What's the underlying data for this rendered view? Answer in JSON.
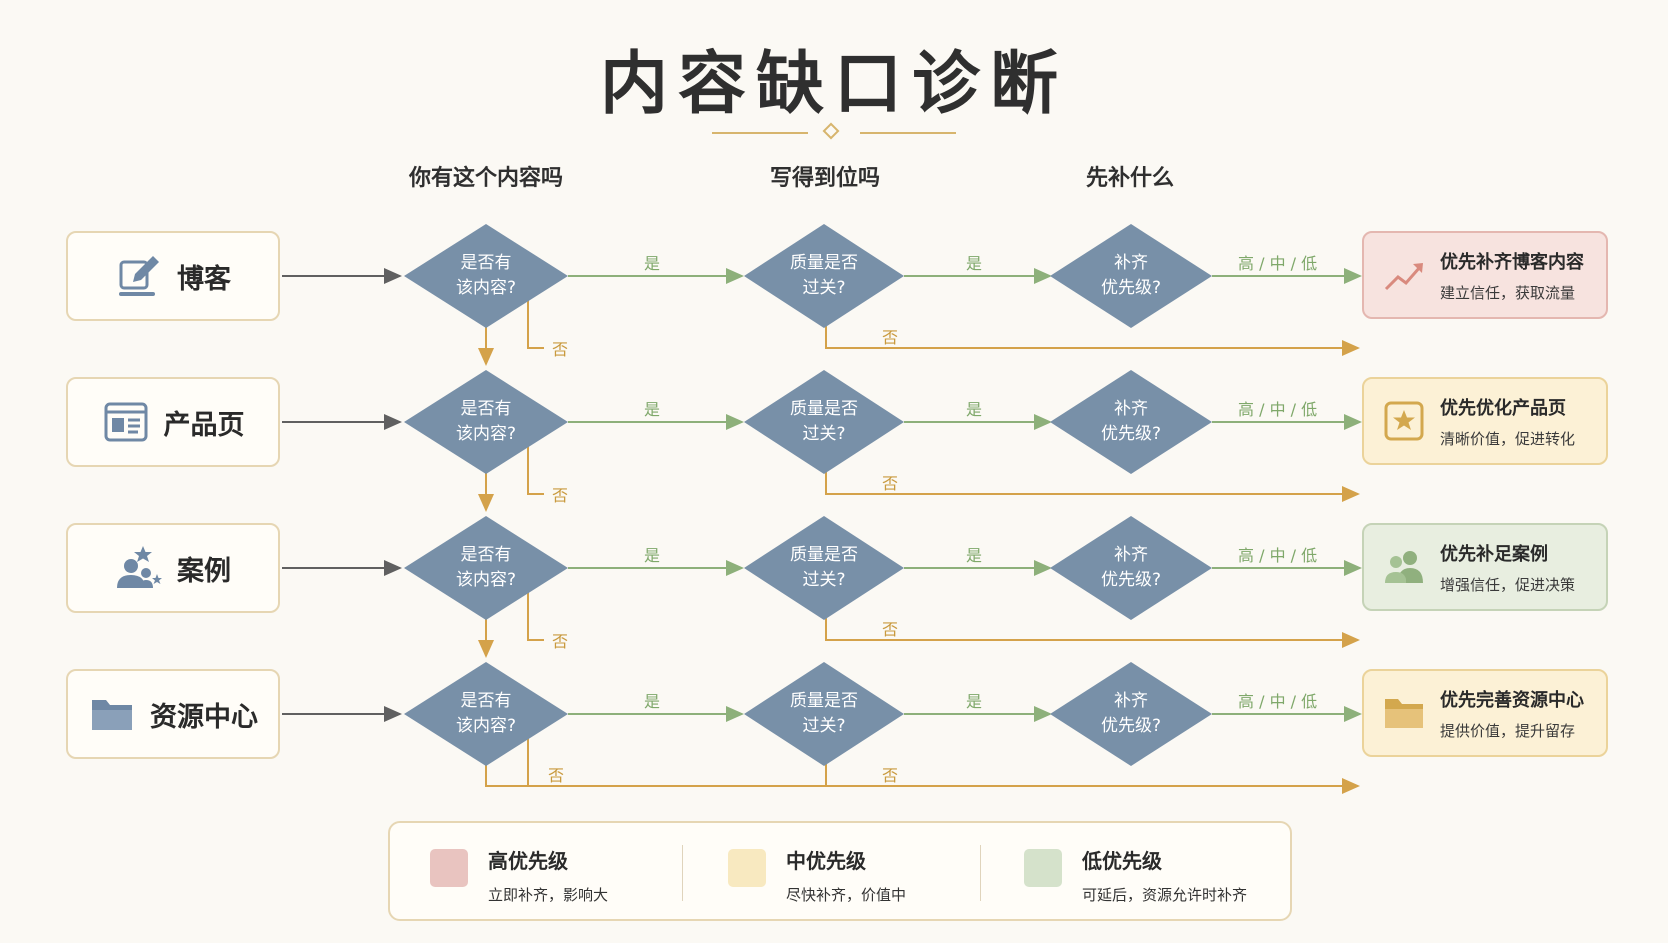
{
  "title": "内容缺口诊断",
  "columns": [
    "你有这个内容吗",
    "写得到位吗",
    "先补什么"
  ],
  "diamonds": {
    "has": [
      "是否有",
      "该内容?"
    ],
    "quality": [
      "质量是否",
      "过关?"
    ],
    "priority": [
      "补齐",
      "优先级?"
    ]
  },
  "edge_labels": {
    "yes": "是",
    "no": "否",
    "priority": "高 / 中 / 低"
  },
  "rows": [
    {
      "source": "博客",
      "source_icon": "edit-icon",
      "outcome_title": "优先补齐博客内容",
      "outcome_sub": "建立信任，获取流量",
      "outcome_icon": "trend-up-icon",
      "outcome_bg": "#f7e3df",
      "outcome_border": "#e4b7b0"
    },
    {
      "source": "产品页",
      "source_icon": "webpage-icon",
      "outcome_title": "优先优化产品页",
      "outcome_sub": "清晰价值，促进转化",
      "outcome_icon": "star-badge-icon",
      "outcome_bg": "#fcf1d6",
      "outcome_border": "#ebd39a"
    },
    {
      "source": "案例",
      "source_icon": "user-star-icon",
      "outcome_title": "优先补足案例",
      "outcome_sub": "增强信任，促进决策",
      "outcome_icon": "users-icon",
      "outcome_bg": "#e8eee0",
      "outcome_border": "#c5d3b7"
    },
    {
      "source": "资源中心",
      "source_icon": "folder-icon",
      "outcome_title": "优先完善资源中心",
      "outcome_sub": "提供价值，提升留存",
      "outcome_icon": "folder-icon",
      "outcome_bg": "#fcf1d6",
      "outcome_border": "#ebd39a"
    }
  ],
  "legend": [
    {
      "title": "高优先级",
      "desc": "立即补齐，影响大",
      "color": "#e9c4c0"
    },
    {
      "title": "中优先级",
      "desc": "尽快补齐，价值中",
      "color": "#f8e9c0"
    },
    {
      "title": "低优先级",
      "desc": "可延后，资源允许时补齐",
      "color": "#d5e2cb"
    }
  ],
  "colors": {
    "diamond": "#7890a8",
    "yes_line": "#8db07a",
    "no_line": "#d4a24a",
    "source_line": "#606060",
    "icon_blue": "#6f88a5",
    "title_ornament": "#d7b56d"
  }
}
